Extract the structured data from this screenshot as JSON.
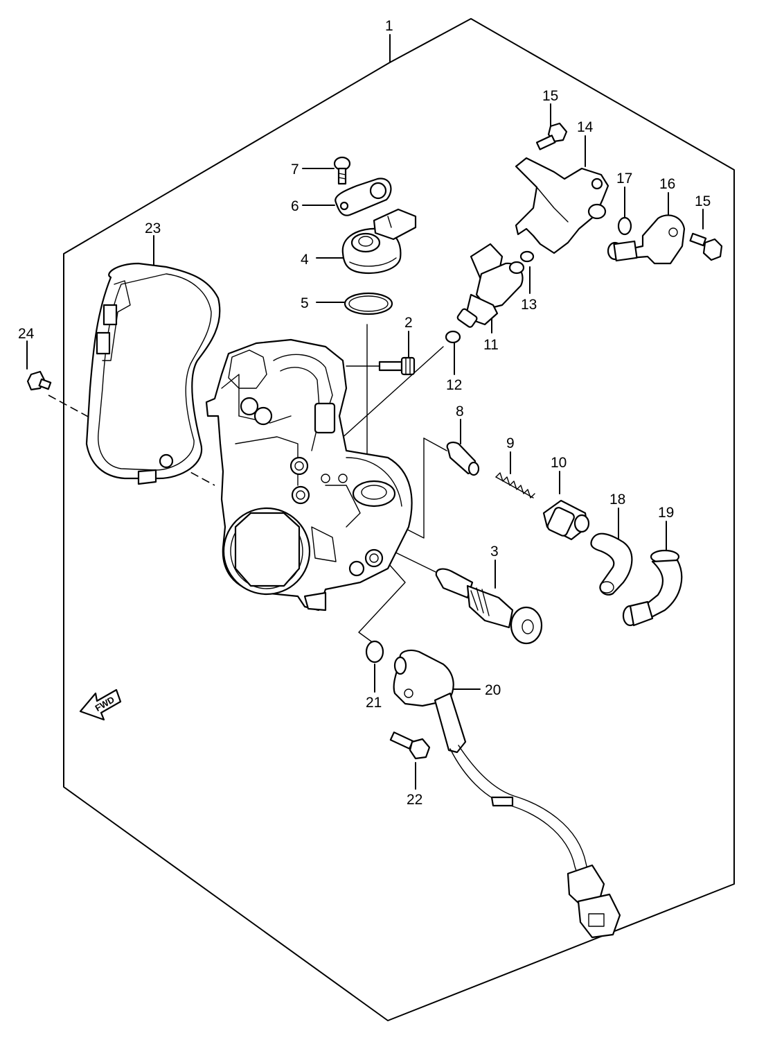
{
  "callouts": [
    {
      "id": "1",
      "label": "1"
    },
    {
      "id": "2",
      "label": "2"
    },
    {
      "id": "3",
      "label": "3"
    },
    {
      "id": "4",
      "label": "4"
    },
    {
      "id": "5",
      "label": "5"
    },
    {
      "id": "6",
      "label": "6"
    },
    {
      "id": "7",
      "label": "7"
    },
    {
      "id": "8",
      "label": "8"
    },
    {
      "id": "9",
      "label": "9"
    },
    {
      "id": "10",
      "label": "10"
    },
    {
      "id": "11",
      "label": "11"
    },
    {
      "id": "12",
      "label": "12"
    },
    {
      "id": "13",
      "label": "13"
    },
    {
      "id": "14",
      "label": "14"
    },
    {
      "id": "15a",
      "label": "15"
    },
    {
      "id": "15b",
      "label": "15"
    },
    {
      "id": "16",
      "label": "16"
    },
    {
      "id": "17",
      "label": "17"
    },
    {
      "id": "18",
      "label": "18"
    },
    {
      "id": "19",
      "label": "19"
    },
    {
      "id": "20",
      "label": "20"
    },
    {
      "id": "21",
      "label": "21"
    },
    {
      "id": "22",
      "label": "22"
    },
    {
      "id": "23",
      "label": "23"
    },
    {
      "id": "24",
      "label": "24"
    }
  ],
  "fwd_arrow": {
    "label": "FWD"
  }
}
